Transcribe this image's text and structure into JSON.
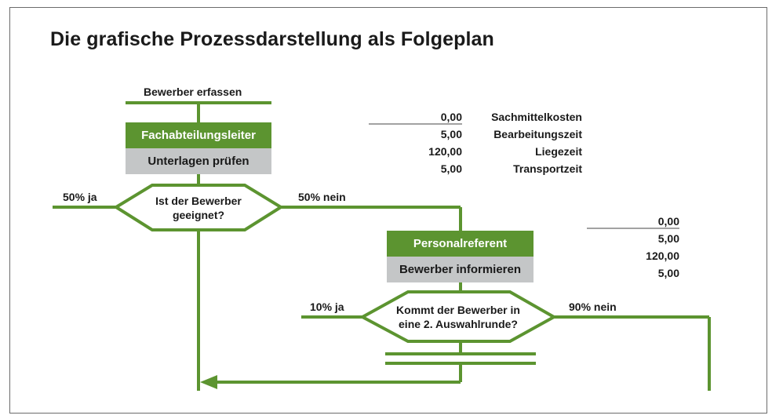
{
  "title": "Die grafische Prozessdarstellung als Folgeplan",
  "start_label": "Bewerber erfassen",
  "step1": {
    "role": "Fachabteilungsleiter",
    "task": "Unterlagen prüfen"
  },
  "decision1": {
    "line1": "Ist der Bewerber",
    "line2": "geeignet?",
    "yes_label": "50% ja",
    "no_label": "50% nein"
  },
  "step2": {
    "role": "Personalreferent",
    "task": "Bewerber informieren"
  },
  "decision2": {
    "line1": "Kommt der Bewerber in",
    "line2": "eine 2. Auswahlrunde?",
    "yes_label": "10% ja",
    "no_label": "90% nein"
  },
  "cost_table1": {
    "rows": [
      {
        "value": "0,00",
        "name": "Sachmittelkosten"
      },
      {
        "value": "5,00",
        "name": "Bearbeitungszeit"
      },
      {
        "value": "120,00",
        "name": "Liegezeit"
      },
      {
        "value": "5,00",
        "name": "Transportzeit"
      }
    ]
  },
  "cost_table2": {
    "rows": [
      {
        "value": "0,00"
      },
      {
        "value": "5,00"
      },
      {
        "value": "120,00"
      },
      {
        "value": "5,00"
      }
    ]
  },
  "colors": {
    "line": "#5c9430",
    "role_box": "#5c9430",
    "task_box": "#c4c6c7"
  }
}
